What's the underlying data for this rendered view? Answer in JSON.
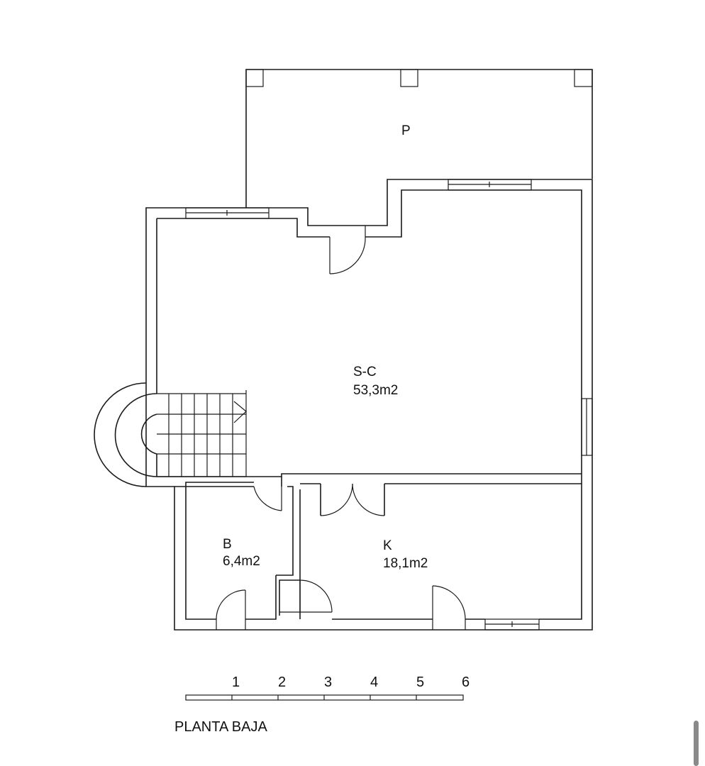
{
  "rooms": {
    "porch": {
      "label": "P"
    },
    "salon": {
      "label": "S-C",
      "area": "53,3m2"
    },
    "bath": {
      "label": "B",
      "area": "6,4m2"
    },
    "kitchen": {
      "label": "K",
      "area": "18,1m2"
    }
  },
  "scale": {
    "ticks": [
      "1",
      "2",
      "3",
      "4",
      "5",
      "6"
    ]
  },
  "title": "PLANTA BAJA"
}
